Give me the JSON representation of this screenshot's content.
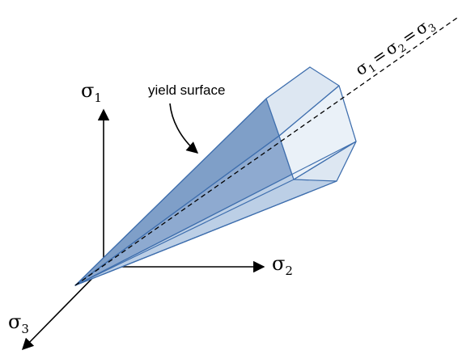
{
  "labels": {
    "sigma": "σ",
    "sub_1": "1",
    "sub_2": "2",
    "sub_3": "3",
    "equals": "=",
    "yield_surface": "yield surface"
  },
  "colors": {
    "stroke": "#3f6fae",
    "face_dark": "#7f9fc8",
    "face_mid": "#9fb8d8",
    "face_light": "#bdd0e6",
    "face_lighter": "#d6e2ef",
    "cap_fill": "#e8eff7",
    "axis": "#000000"
  }
}
